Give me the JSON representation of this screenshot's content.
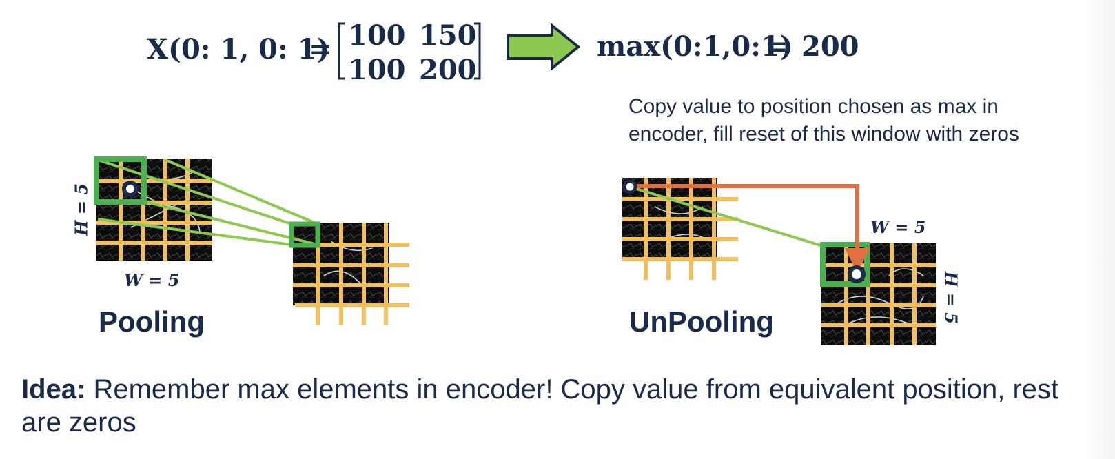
{
  "equation": {
    "lhs": "X(0: 1, 0: 1)",
    "equals": "=",
    "matrix": [
      [
        "100",
        "150"
      ],
      [
        "100",
        "200"
      ]
    ],
    "result": "max(0:1,0:1)",
    "result_equals": "=",
    "result_value": "200"
  },
  "pooling": {
    "label": "Pooling",
    "height_label": "H = 5",
    "width_label": "W = 5"
  },
  "unpooling": {
    "label": "UnPooling",
    "note": "Copy value to position chosen as max in encoder, fill reset of this window with zeros",
    "width_label": "W = 5",
    "height_label": "H = 5"
  },
  "idea": {
    "prefix": "Idea:",
    "text": " Remember max elements in encoder! Copy value from equivalent position, rest are zeros"
  },
  "colors": {
    "navy": "#1a2b4a",
    "grid": "#f0c060",
    "window": "#4caf50",
    "line": "#8dc850",
    "arrow": "#e07040",
    "big_arrow_fill": "#8dc850"
  }
}
